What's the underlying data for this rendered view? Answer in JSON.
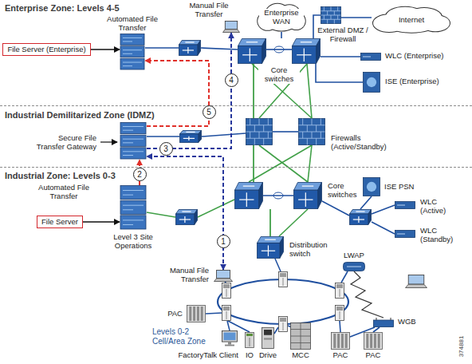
{
  "diagram": {
    "nodes": [
      {
        "text": [
          "Enterprise Zone: Levels 4-5"
        ]
      },
      {
        "text": [
          "Industrial Demilitarized Zone (IDMZ)"
        ]
      },
      {
        "text": [
          "Industrial Zone: Levels 0-3"
        ]
      },
      {
        "text": [
          "File Server (Enterprise)"
        ],
        "in": 0
      },
      {
        "text": [
          "Automated File Transfer"
        ],
        "in": 0
      },
      {
        "text": [
          "Manual File Transfer"
        ],
        "in": 0
      },
      {
        "text": [
          "Enterprise WAN"
        ],
        "in": 0
      },
      {
        "text": [
          "External DMZ / Firewall"
        ],
        "in": 0
      },
      {
        "text": [
          "Internet"
        ],
        "in": 0
      },
      {
        "text": [
          "Core switches"
        ],
        "in": 0
      },
      {
        "text": [
          "WLC (Enterprise)"
        ],
        "in": 0
      },
      {
        "text": [
          "ISE (Enterprise)"
        ],
        "in": 0
      },
      {
        "text": [
          "Secure File Transfer Gateway"
        ],
        "in": 1
      },
      {
        "text": [
          "Firewalls (Active/Standby)"
        ],
        "in": 1
      },
      {
        "text": [
          "File Server"
        ],
        "in": 2
      },
      {
        "text": [
          "Automated File Transfer",
          "Level 3 Site Operations"
        ],
        "in": 2
      },
      {
        "text": [
          "Core switches"
        ],
        "in": 2
      },
      {
        "text": [
          "ISE PSN"
        ],
        "in": 2
      },
      {
        "text": [
          "WLC (Active)"
        ],
        "in": 2
      },
      {
        "text": [
          "WLC (Standby)"
        ],
        "in": 2
      },
      {
        "text": [
          "Distribution switch"
        ],
        "in": 2
      },
      {
        "text": [
          "Manual File Transfer"
        ],
        "in": 2
      },
      {
        "text": [
          "LWAP"
        ],
        "in": 2
      },
      {
        "text": [
          "WGB"
        ],
        "in": 2
      },
      {
        "text": [
          "PAC"
        ],
        "in": 2
      },
      {
        "text": [
          "FactoryTalk Client"
        ],
        "in": 2
      },
      {
        "text": [
          "IO"
        ],
        "in": 2
      },
      {
        "text": [
          "Drive"
        ],
        "in": 2
      },
      {
        "text": [
          "MCC"
        ],
        "in": 2
      },
      {
        "text": [
          "PAC"
        ],
        "in": 2
      },
      {
        "text": [
          "PAC"
        ],
        "in": 2
      }
    ],
    "edges": [
      {
        "from": 3,
        "to": 4,
        "arrow": "to"
      },
      {
        "from": 12,
        "to": 4,
        "arrow": "to"
      },
      {
        "from": 12,
        "to": 5,
        "arrow": "to"
      },
      {
        "from": 21,
        "to": 12,
        "arrow": "both"
      },
      {
        "from": 15,
        "to": 12,
        "arrow": "to"
      },
      {
        "from": 14,
        "to": 15,
        "arrow": "to"
      },
      {
        "from": 9,
        "to": 6,
        "arrow": "none"
      },
      {
        "from": 7,
        "to": 8,
        "arrow": "none"
      },
      {
        "from": 9,
        "to": 7,
        "arrow": "none"
      },
      {
        "from": 9,
        "to": 10,
        "arrow": "none"
      },
      {
        "from": 9,
        "to": 11,
        "arrow": "none"
      },
      {
        "from": 9,
        "to": 13,
        "arrow": "none"
      },
      {
        "from": 13,
        "to": 16,
        "arrow": "none"
      },
      {
        "from": 16,
        "to": 20,
        "arrow": "none"
      },
      {
        "from": 22,
        "to": 23,
        "arrow": "none"
      }
    ],
    "labels": [
      "4",
      "5",
      "3",
      "2",
      "1",
      "Levels 0-2 Cell/Area Zone",
      "374881"
    ]
  }
}
